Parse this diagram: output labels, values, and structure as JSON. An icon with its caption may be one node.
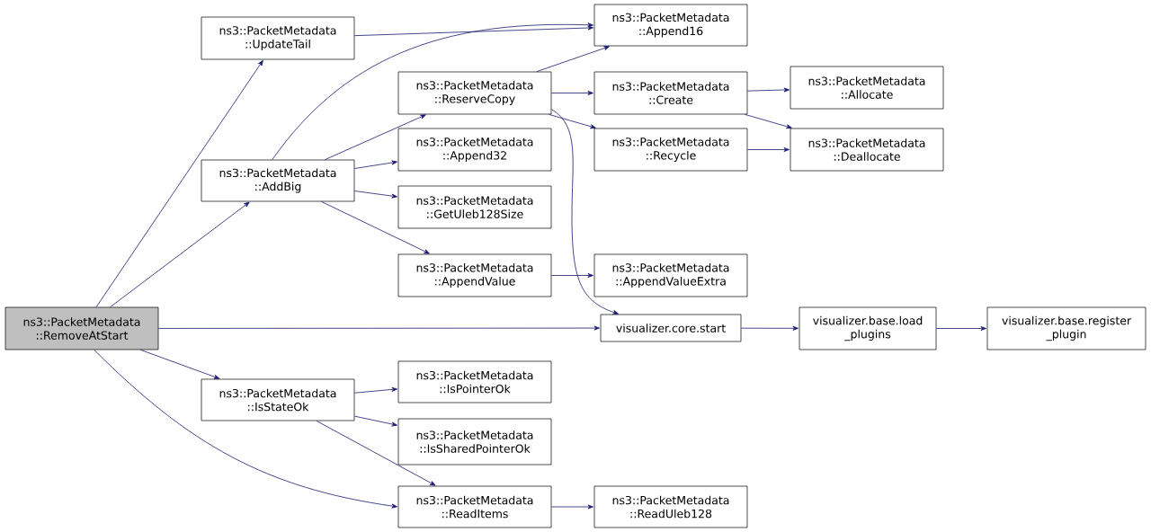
{
  "diagram": {
    "nodes": [
      {
        "text": [
          "ns3::PacketMetadata ::RemoveAtStart"
        ]
      },
      {
        "text": [
          "ns3::PacketMetadata ::UpdateTail"
        ]
      },
      {
        "text": [
          "ns3::PacketMetadata ::AddBig"
        ]
      },
      {
        "text": [
          "ns3::PacketMetadata ::IsStateOk"
        ]
      },
      {
        "text": [
          "ns3::PacketMetadata ::Append16"
        ]
      },
      {
        "text": [
          "ns3::PacketMetadata ::ReserveCopy"
        ]
      },
      {
        "text": [
          "ns3::PacketMetadata ::Append32"
        ]
      },
      {
        "text": [
          "ns3::PacketMetadata ::GetUleb128Size"
        ]
      },
      {
        "text": [
          "ns3::PacketMetadata ::AppendValue"
        ]
      },
      {
        "text": [
          "ns3::PacketMetadata ::Create"
        ]
      },
      {
        "text": [
          "ns3::PacketMetadata ::Recycle"
        ]
      },
      {
        "text": [
          "ns3::PacketMetadata ::Allocate"
        ]
      },
      {
        "text": [
          "ns3::PacketMetadata ::Deallocate"
        ]
      },
      {
        "text": [
          "ns3::PacketMetadata ::AppendValueExtra"
        ]
      },
      {
        "text": [
          "visualizer.core.start"
        ]
      },
      {
        "text": [
          "visualizer.base.load _plugins"
        ]
      },
      {
        "text": [
          "visualizer.base.register _plugin"
        ]
      },
      {
        "text": [
          "ns3::PacketMetadata ::IsPointerOk"
        ]
      },
      {
        "text": [
          "ns3::PacketMetadata ::IsSharedPointerOk"
        ]
      },
      {
        "text": [
          "ns3::PacketMetadata ::ReadItems"
        ]
      },
      {
        "text": [
          "ns3::PacketMetadata ::ReadUleb128"
        ]
      }
    ],
    "edges": [
      {
        "from": 0,
        "to": 1,
        "arrow": "to"
      },
      {
        "from": 0,
        "to": 2,
        "arrow": "to"
      },
      {
        "from": 0,
        "to": 14,
        "arrow": "to"
      },
      {
        "from": 0,
        "to": 3,
        "arrow": "to"
      },
      {
        "from": 0,
        "to": 19,
        "arrow": "to"
      },
      {
        "from": 1,
        "to": 4,
        "arrow": "to"
      },
      {
        "from": 2,
        "to": 4,
        "arrow": "to"
      },
      {
        "from": 2,
        "to": 5,
        "arrow": "to"
      },
      {
        "from": 2,
        "to": 6,
        "arrow": "to"
      },
      {
        "from": 2,
        "to": 7,
        "arrow": "to"
      },
      {
        "from": 2,
        "to": 8,
        "arrow": "to"
      },
      {
        "from": 5,
        "to": 4,
        "arrow": "to"
      },
      {
        "from": 5,
        "to": 9,
        "arrow": "to"
      },
      {
        "from": 5,
        "to": 10,
        "arrow": "to"
      },
      {
        "from": 5,
        "to": 14,
        "arrow": "to"
      },
      {
        "from": 9,
        "to": 11,
        "arrow": "to"
      },
      {
        "from": 9,
        "to": 12,
        "arrow": "to"
      },
      {
        "from": 10,
        "to": 12,
        "arrow": "to"
      },
      {
        "from": 8,
        "to": 13,
        "arrow": "to"
      },
      {
        "from": 14,
        "to": 15,
        "arrow": "to"
      },
      {
        "from": 15,
        "to": 16,
        "arrow": "to"
      },
      {
        "from": 3,
        "to": 17,
        "arrow": "to"
      },
      {
        "from": 3,
        "to": 18,
        "arrow": "to"
      },
      {
        "from": 3,
        "to": 19,
        "arrow": "to"
      },
      {
        "from": 19,
        "to": 20,
        "arrow": "to"
      }
    ]
  }
}
